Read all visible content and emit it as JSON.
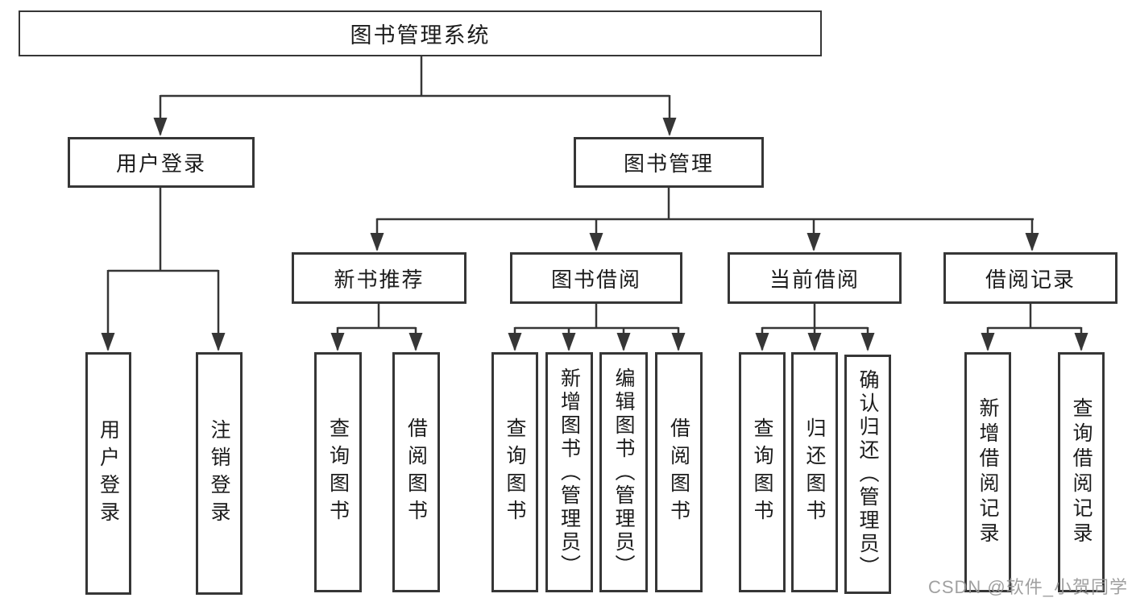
{
  "diagram": {
    "type": "hierarchy-tree",
    "title": "图书管理系统",
    "colors": {
      "line": "#363636",
      "box_border": "#363636",
      "box_fill": "#ffffff",
      "text": "#1c1c1c",
      "background": "#ffffff",
      "watermark": "#969696"
    }
  },
  "tree": {
    "label": "图书管理系统",
    "children": [
      {
        "label": "用户登录",
        "children": [
          {
            "label": "用户登录"
          },
          {
            "label": "注销登录"
          }
        ]
      },
      {
        "label": "图书管理",
        "children": [
          {
            "label": "新书推荐",
            "children": [
              {
                "label": "查询图书"
              },
              {
                "label": "借阅图书"
              }
            ]
          },
          {
            "label": "图书借阅",
            "children": [
              {
                "label": "查询图书"
              },
              {
                "label": "新增图书（管理员）"
              },
              {
                "label": "编辑图书（管理员）"
              },
              {
                "label": "借阅图书"
              }
            ]
          },
          {
            "label": "当前借阅",
            "children": [
              {
                "label": "查询图书"
              },
              {
                "label": "归还图书"
              },
              {
                "label": "确认归还（管理员）"
              }
            ]
          },
          {
            "label": "借阅记录",
            "children": [
              {
                "label": "新增借阅记录"
              },
              {
                "label": "查询借阅记录"
              }
            ]
          }
        ]
      }
    ]
  },
  "watermark": {
    "text": "CSDN @软件_小贺同学"
  }
}
